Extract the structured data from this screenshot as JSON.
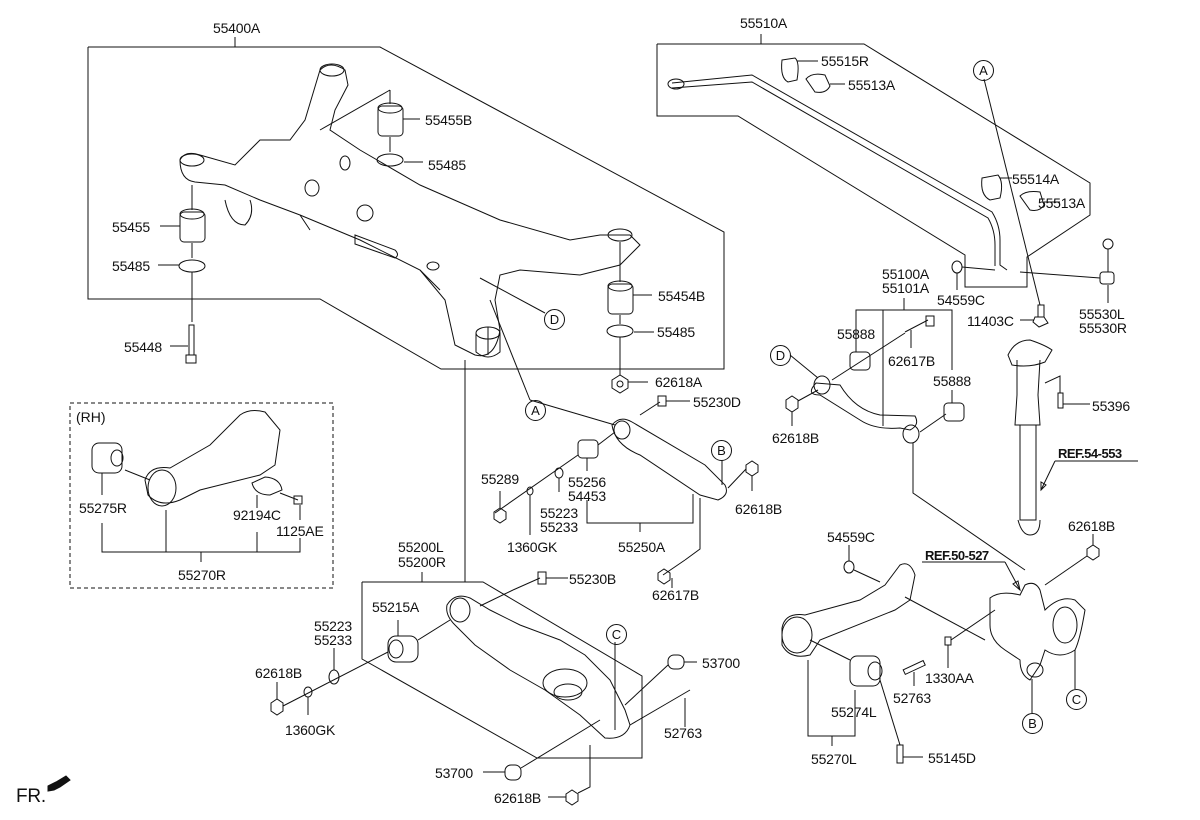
{
  "diagram": {
    "title": "Rear Suspension Parts Diagram",
    "front_indicator": "FR.",
    "rh_note": "(RH)",
    "references": [
      "REF.54-553",
      "REF.50-527"
    ],
    "circle_markers": [
      "A",
      "B",
      "C",
      "D"
    ],
    "part_labels": {
      "crossmember_assy": "55400A",
      "bushing_b": "55455B",
      "washer_1": "55485",
      "bushing": "55455",
      "washer_2": "55485",
      "bolt_55448": "55448",
      "bushing_54b": "55454B",
      "washer_3": "55485",
      "nut_62618a": "62618A",
      "stabilizer_assy": "55510A",
      "bracket_55515r": "55515R",
      "bushing_55513a_1": "55513A",
      "bracket_55514a": "55514A",
      "bushing_55513a_2": "55513A",
      "nut_54559c_top": "54559C",
      "bolt_11403c": "11403C",
      "link_l": "55530L",
      "link_r": "55530R",
      "upper_arm_l": "55100A",
      "upper_arm_r": "55101A",
      "bushing_55888_1": "55888",
      "bolt_62617b_top": "62617B",
      "bushing_55888_2": "55888",
      "nut_62618b_upper": "62618B",
      "bolt_55396": "55396",
      "nut_62618b_right": "62618B",
      "bolt_55230d": "55230D",
      "nut_55289": "55289",
      "bushing_55256": "55256",
      "bushing_54453": "54453",
      "washer_55223_mid": "55223",
      "washer_55233_mid": "55233",
      "washer_1360gk_mid": "1360GK",
      "nut_62618b_mid": "62618B",
      "assist_arm": "55250A",
      "bolt_62617b_mid": "62617B",
      "trailing_arm_rh": "55270R",
      "bushing_55275r": "55275R",
      "bracket_92194c": "92194C",
      "bolt_1125ae": "1125AE",
      "lower_arm_l": "55200L",
      "lower_arm_r": "55200R",
      "bolt_55230b": "55230B",
      "bushing_55215a": "55215A",
      "washer_55223_low": "55223",
      "washer_55233_low": "55233",
      "nut_62618b_lowleft": "62618B",
      "washer_1360gk_low": "1360GK",
      "nut_53700_right": "53700",
      "bolt_52763_low": "52763",
      "nut_53700_bottom": "53700",
      "nut_62618b_bottom": "62618B",
      "nut_54559c_low": "54559C",
      "trailing_arm_l": "55270L",
      "bushing_55274l": "55274L",
      "bolt_52763_right": "52763",
      "clip_1330aa": "1330AA",
      "bolt_55145d": "55145D"
    }
  }
}
